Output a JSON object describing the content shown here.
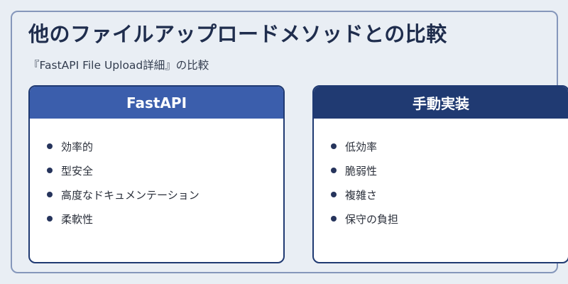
{
  "title": "他のファイルアップロードメソッドとの比較",
  "subtitle": "『FastAPI File Upload詳細』の比較",
  "cards": [
    {
      "header": "FastAPI",
      "items": [
        "効率的",
        "型安全",
        "高度なドキュメンテーション",
        "柔軟性"
      ]
    },
    {
      "header": "手動実装",
      "items": [
        "低効率",
        "脆弱性",
        "複雑さ",
        "保守の負担"
      ]
    }
  ],
  "colors": {
    "background": "#e9eef4",
    "frame_border": "#8597bb",
    "fastapi_header": "#3b5eac",
    "manual_header": "#203a72",
    "title_text": "#1f2d4d"
  }
}
